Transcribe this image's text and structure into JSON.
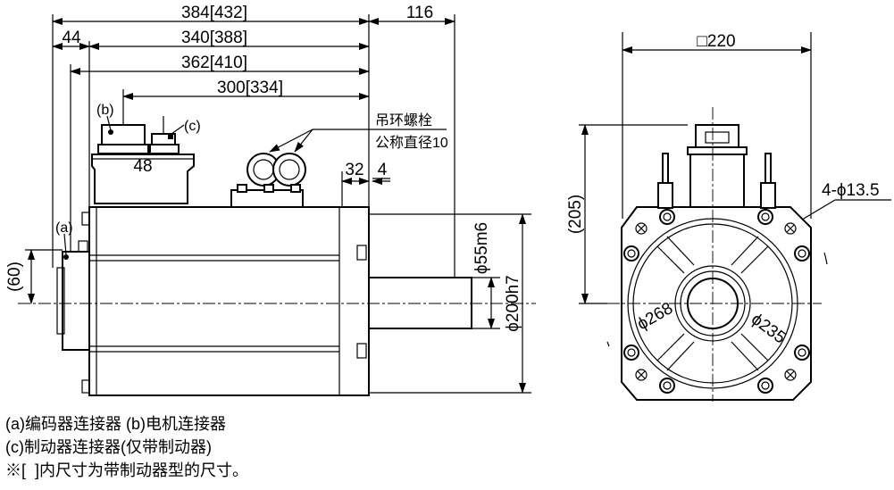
{
  "side_view": {
    "dims": {
      "overall_length": "384[432]",
      "shaft_length": "116",
      "rear_offset": "44",
      "flange_to_rear": "340[388]",
      "body_length": "362[410]",
      "connector_position": "300[334]",
      "connector_spacing": "48",
      "flange_thickness": "32",
      "spigot_height": "4",
      "center_height": "(60)",
      "shaft_diameter": "ϕ55m6",
      "spigot_diameter": "ϕ200h7"
    },
    "labels": {
      "a": "(a)",
      "b": "(b)",
      "c": "(c)",
      "eyebolt_line1": "吊环螺栓",
      "eyebolt_line2": "公称直径10"
    }
  },
  "front_view": {
    "dims": {
      "flange_square": "□220",
      "height": "(205)",
      "mount_holes": "4-ϕ13.5",
      "pcd": "ϕ268",
      "ring_diameter": "ϕ235"
    }
  },
  "notes": [
    "(a)编码器连接器 (b)电机连接器",
    "(c)制动器连接器(仅带制动器)",
    "※[  ]内尺寸为带制动器型的尺寸。"
  ]
}
